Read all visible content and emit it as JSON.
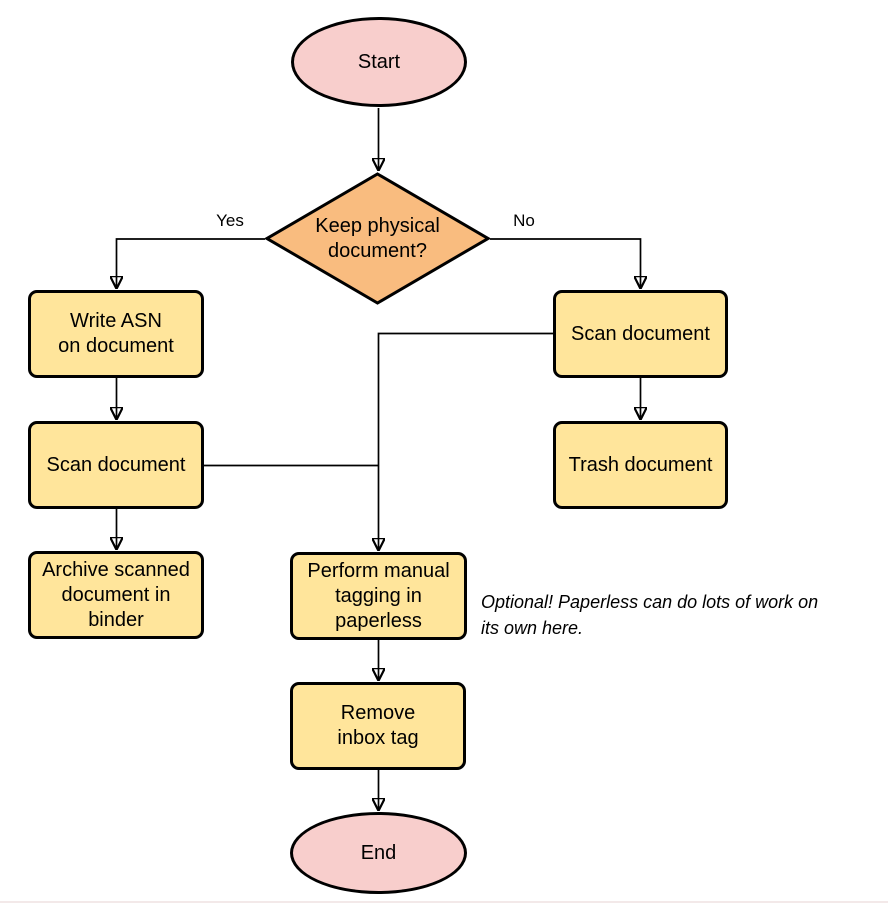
{
  "diagram": {
    "type": "flowchart",
    "nodes": {
      "start": {
        "label": "Start",
        "shape": "terminator"
      },
      "keep_physical": {
        "label": "Keep physical\ndocument?",
        "shape": "decision"
      },
      "write_asn": {
        "label": "Write ASN\non document",
        "shape": "process"
      },
      "scan_left": {
        "label": "Scan document",
        "shape": "process"
      },
      "archive": {
        "label": "Archive scanned\ndocument in\nbinder",
        "shape": "process"
      },
      "scan_right": {
        "label": "Scan document",
        "shape": "process"
      },
      "trash": {
        "label": "Trash document",
        "shape": "process"
      },
      "tagging": {
        "label": "Perform manual\ntagging in\npaperless",
        "shape": "process"
      },
      "remove_inbox": {
        "label": "Remove\ninbox tag",
        "shape": "process"
      },
      "end": {
        "label": "End",
        "shape": "terminator"
      }
    },
    "edges": [
      {
        "from": "start",
        "to": "keep_physical",
        "label": ""
      },
      {
        "from": "keep_physical",
        "to": "write_asn",
        "label": "Yes"
      },
      {
        "from": "keep_physical",
        "to": "scan_right",
        "label": "No"
      },
      {
        "from": "write_asn",
        "to": "scan_left",
        "label": ""
      },
      {
        "from": "scan_left",
        "to": "archive",
        "label": ""
      },
      {
        "from": "scan_right",
        "to": "trash",
        "label": ""
      },
      {
        "from": "scan_left",
        "to": "tagging",
        "label": ""
      },
      {
        "from": "scan_right",
        "to": "tagging",
        "label": ""
      },
      {
        "from": "tagging",
        "to": "remove_inbox",
        "label": ""
      },
      {
        "from": "remove_inbox",
        "to": "end",
        "label": ""
      }
    ],
    "annotation": "Optional! Paperless can do lots of work on\nits own here."
  },
  "colors": {
    "canvas": "#ffffff",
    "text": "#000000",
    "node-border": "#000000",
    "connector": "#000000",
    "terminator-fill": "#f8cecc",
    "decision-fill": "#f9bc7f",
    "process-fill": "#ffe59b",
    "bottom-divider": "#f3e9e9"
  }
}
